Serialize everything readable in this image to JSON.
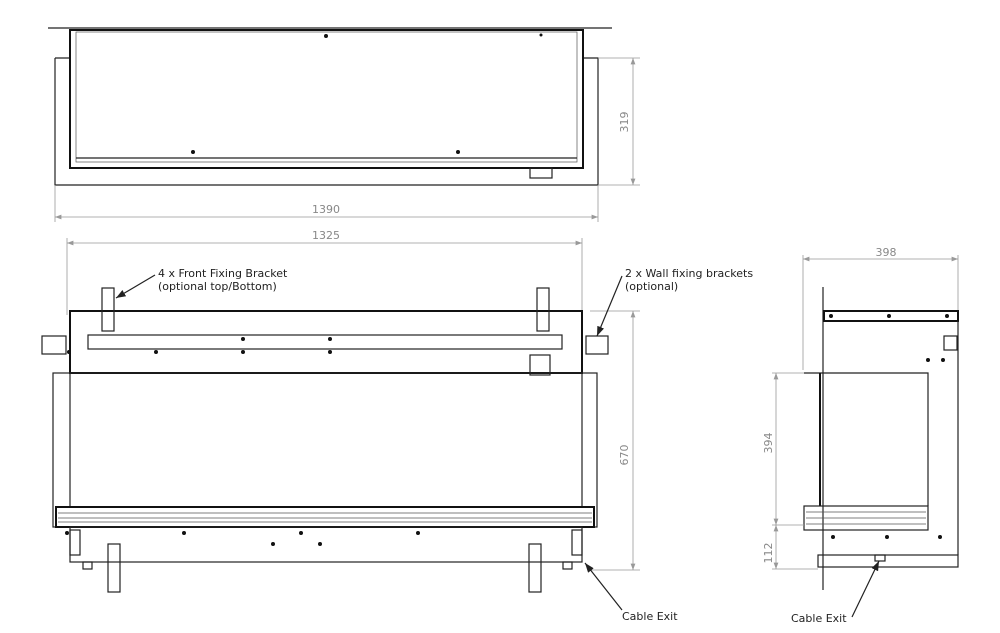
{
  "dimensions": {
    "top_depth": "319",
    "outer_width": "1390",
    "inner_width": "1325",
    "front_height": "670",
    "side_depth": "398",
    "side_opening_height": "394",
    "side_base_height": "112"
  },
  "labels": {
    "front_bracket_line1": "4 x Front Fixing Bracket",
    "front_bracket_line2": "(optional top/Bottom)",
    "wall_bracket_line1": "2 x Wall fixing brackets",
    "wall_bracket_line2": "(optional)",
    "cable_exit_front": "Cable Exit",
    "cable_exit_side": "Cable Exit"
  }
}
